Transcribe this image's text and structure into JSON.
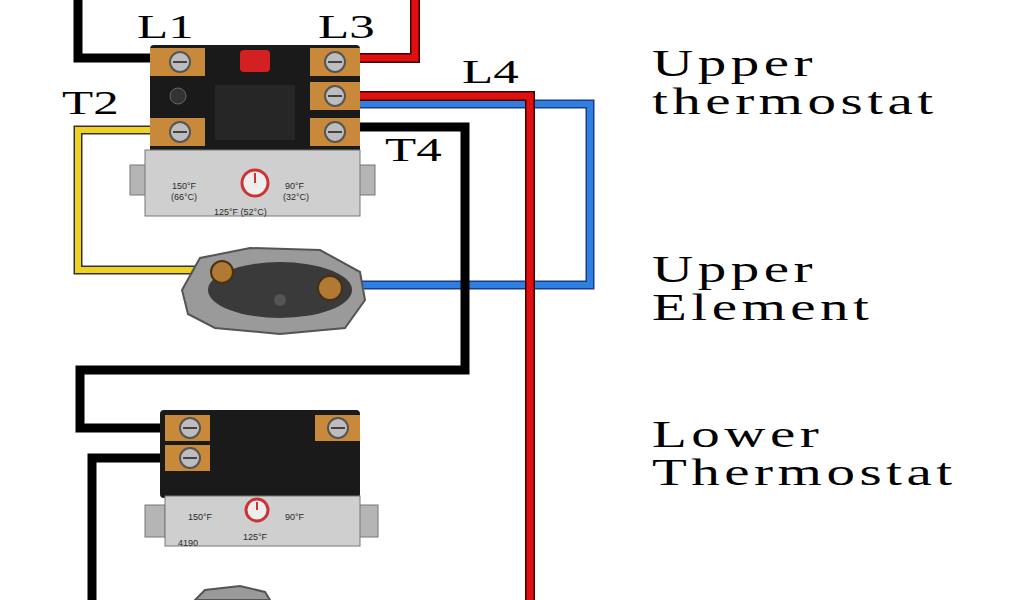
{
  "diagram": {
    "labels": [
      "L1",
      "L3",
      "Upper thermostat",
      "L4",
      "T2",
      "T4",
      "150°F",
      "90°F",
      "(66°C)",
      "(32°C)",
      "125°F (52°C)",
      "Upper Element",
      "Lower Thermostat",
      "150°F",
      "90°F",
      "4190",
      "125°F"
    ]
  }
}
